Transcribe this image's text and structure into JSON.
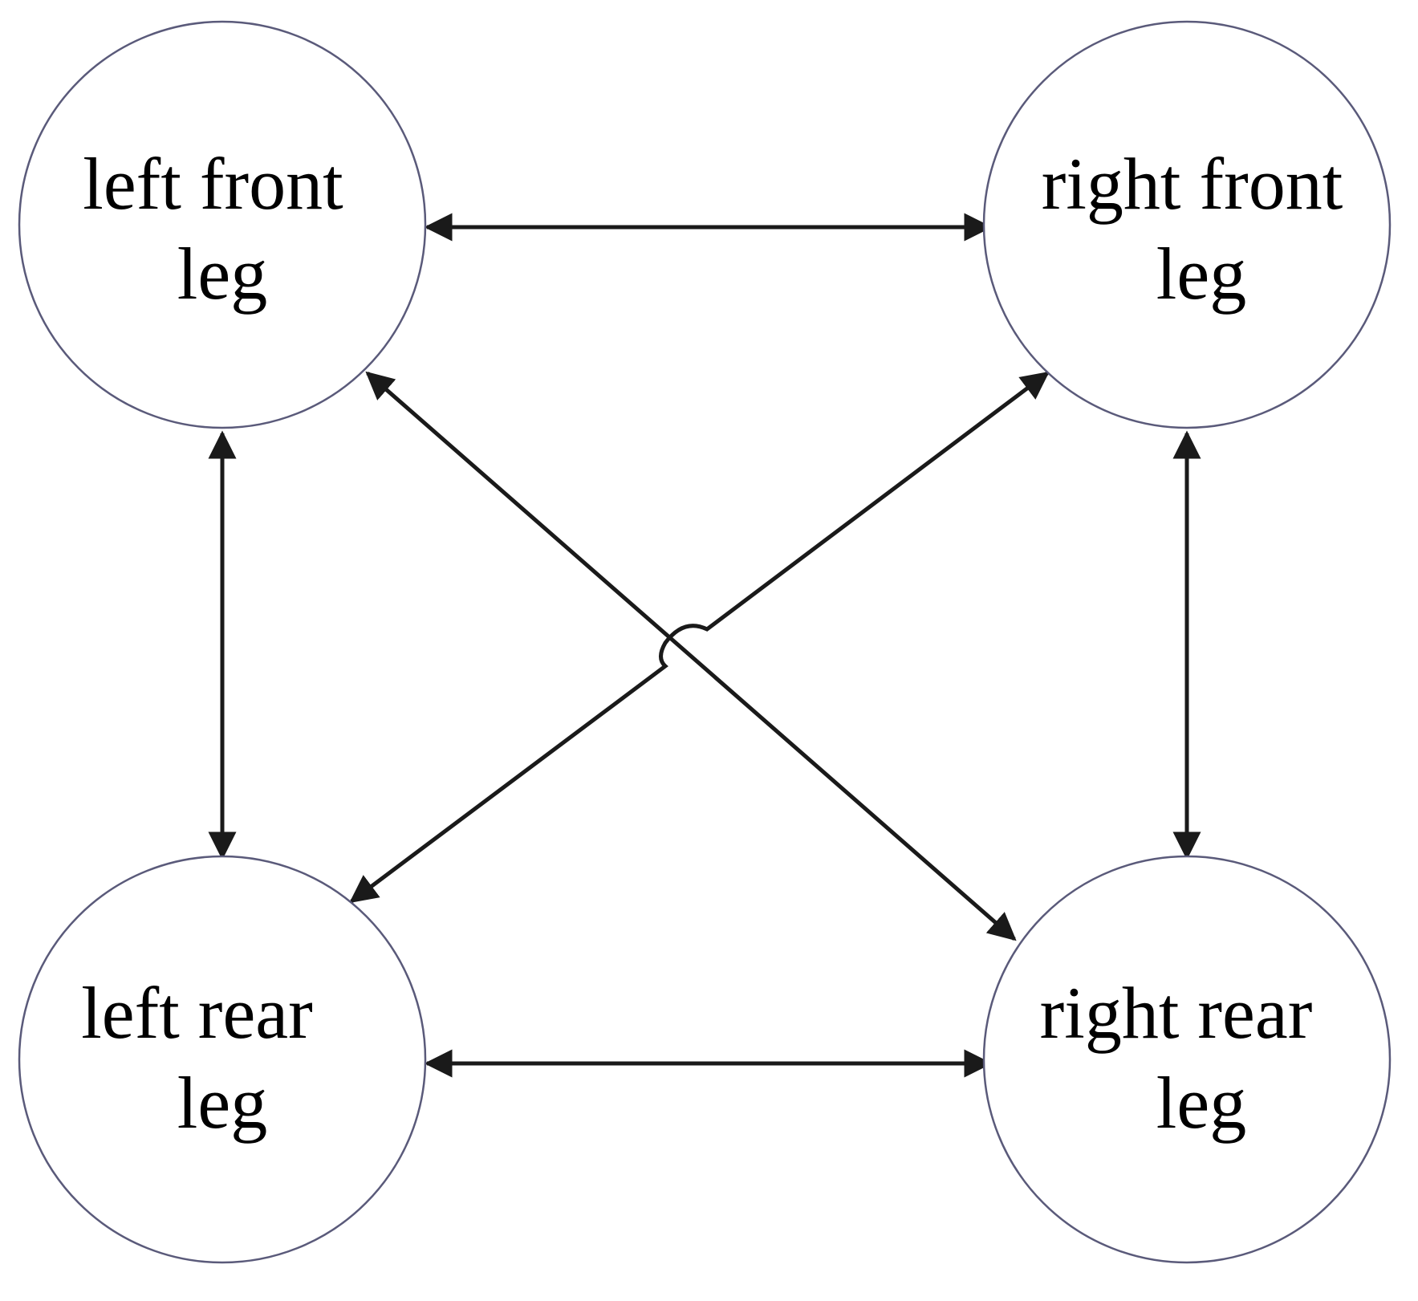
{
  "diagram": {
    "nodes": [
      {
        "id": "lf",
        "lines": [
          "left front",
          "leg"
        ]
      },
      {
        "id": "rf",
        "lines": [
          "right front",
          "leg"
        ]
      },
      {
        "id": "lr",
        "lines": [
          "left rear",
          "leg"
        ]
      },
      {
        "id": "rr",
        "lines": [
          "right rear",
          "leg"
        ]
      }
    ],
    "edges": [
      {
        "from": "lf",
        "to": "rf",
        "direction": "both"
      },
      {
        "from": "lr",
        "to": "rr",
        "direction": "both"
      },
      {
        "from": "lf",
        "to": "lr",
        "direction": "both"
      },
      {
        "from": "rf",
        "to": "rr",
        "direction": "both"
      },
      {
        "from": "lf",
        "to": "rr",
        "direction": "both"
      },
      {
        "from": "rf",
        "to": "lr",
        "direction": "both",
        "jumper": true
      }
    ],
    "colors": {
      "node_stroke": "#5a5a7a",
      "edge": "#1a1a1a",
      "text": "#000000",
      "background": "#ffffff"
    }
  }
}
